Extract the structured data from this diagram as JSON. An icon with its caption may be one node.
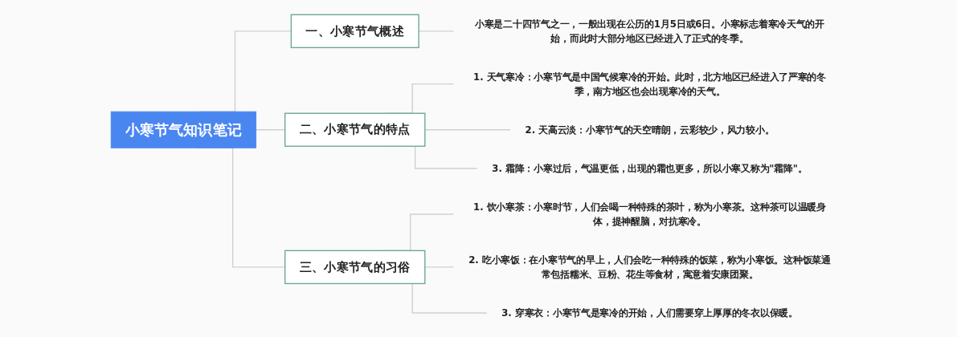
{
  "diagram": {
    "nodes": [
      {
        "text": [
          "小寒节气知识笔记"
        ]
      },
      {
        "text": [
          "一、小寒节气概述"
        ]
      },
      {
        "text": [
          "小寒是二十四节气之一，一般出现在公历的1月5日或6日。小寒标志着寒冷天气的开始，而此时大部分地区已经进入了正式的冬季。"
        ]
      },
      {
        "text": [
          "二、小寒节气的特点"
        ]
      },
      {
        "text": [
          "1. 天气寒冷：小寒节气是中国气候寒冷的开始。此时，北方地区已经进入了严寒的冬季，南方地区也会出现寒冷的天气。"
        ]
      },
      {
        "text": [
          "2. 天高云淡：小寒节气的天空晴朗，云彩较少，风力较小。"
        ]
      },
      {
        "text": [
          "3. 霜降：小寒过后，气温更低，出现的霜也更多，所以小寒又称为\"霜降\"。"
        ]
      },
      {
        "text": [
          "三、小寒节气的习俗"
        ]
      },
      {
        "text": [
          "1. 饮小寒茶：小寒时节，人们会喝一种特殊的茶叶，称为小寒茶。这种茶可以温暖身体，提神醒脑，对抗寒冷。"
        ]
      },
      {
        "text": [
          "2. 吃小寒饭：在小寒节气的早上，人们会吃一种特殊的饭菜，称为小寒饭。这种饭菜通常包括糯米、豆粉、花生等食材，寓意着安康团聚。"
        ]
      },
      {
        "text": [
          "3. 穿寒衣：小寒节气是寒冷的开始，人们需要穿上厚厚的冬衣以保暖。"
        ]
      }
    ],
    "edges": [
      {
        "from": 0,
        "to": 1,
        "arrow": "none"
      },
      {
        "from": 1,
        "to": 2,
        "arrow": "none"
      },
      {
        "from": 0,
        "to": 3,
        "arrow": "none"
      },
      {
        "from": 3,
        "to": 4,
        "arrow": "none"
      },
      {
        "from": 3,
        "to": 5,
        "arrow": "none"
      },
      {
        "from": 3,
        "to": 6,
        "arrow": "none"
      },
      {
        "from": 0,
        "to": 7,
        "arrow": "none"
      },
      {
        "from": 7,
        "to": 8,
        "arrow": "none"
      },
      {
        "from": 7,
        "to": 9,
        "arrow": "none"
      },
      {
        "from": 7,
        "to": 10,
        "arrow": "none"
      }
    ]
  }
}
